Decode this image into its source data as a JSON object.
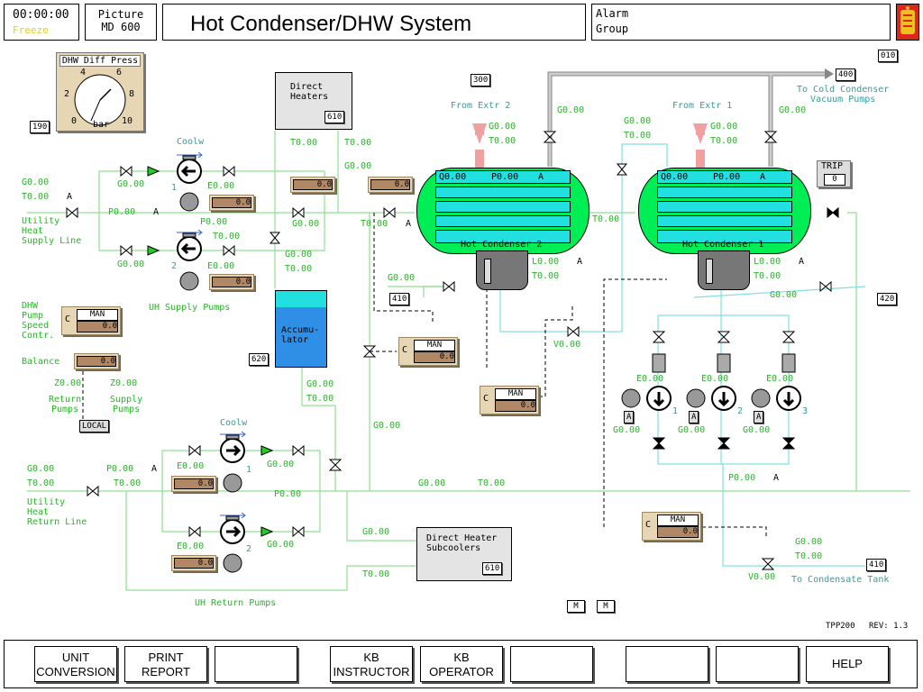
{
  "header": {
    "clock": "00:00:00",
    "freeze": "Freeze",
    "picture_label": "Picture",
    "picture_id": "MD 600",
    "title": "Hot Condenser/DHW System",
    "alarm_line1": "Alarm",
    "alarm_line2": "Group"
  },
  "refs": {
    "r010": "010",
    "r400": "400",
    "r300": "300",
    "r190": "190",
    "r410a": "410",
    "r420": "420",
    "r620": "620",
    "r410b": "410"
  },
  "gauge": {
    "title": "DHW Diff Press",
    "unit": "bar",
    "ticks": [
      "0",
      "2",
      "4",
      "6",
      "8",
      "10"
    ]
  },
  "labels": {
    "direct_heaters": "Direct\nHeaters",
    "dh_ref": "610",
    "dhs_title": "Direct Heater\nSubcoolers",
    "dhs_ref": "610",
    "accumulator": "Accumu-\nlator",
    "hot_condenser_2": "Hot Condenser 2",
    "hot_condenser_1": "Hot Condenser 1",
    "from_extr_2": "From Extr 2",
    "from_extr_1": "From Extr 1",
    "to_cold_condenser": "To Cold Condenser\nVacuum Pumps",
    "to_condensate_tank": "To Condensate Tank",
    "uh_supply_line": "Utility\nHeat\nSupply Line",
    "uh_return_line": "Utility\nHeat\nReturn Line",
    "uh_supply_pumps": "UH Supply Pumps",
    "uh_return_pumps": "UH Return Pumps",
    "dhw_pump_speed": "DHW\nPump\nSpeed\nContr.",
    "balance": "Balance",
    "return_pumps": "Return\nPumps",
    "supply_pumps": "Supply\nPumps",
    "local": "LOCAL",
    "coolw1": "Coolw",
    "coolw2": "Coolw",
    "trip": "TRIP",
    "trip_val": "0",
    "tpp": "TPP200",
    "rev": "REV: 1.3",
    "m1": "M",
    "m2": "M",
    "pump_num_1": "1",
    "pump_num_2": "2",
    "rpump_num_1": "1",
    "rpump_num_2": "2",
    "cpump_1": "1",
    "cpump_2": "2",
    "cpump_3": "3"
  },
  "values": {
    "g_zero": "G0.00",
    "t_zero": "T0.00",
    "p_zero": "P0.00",
    "e_zero": "E0.00",
    "q_zero": "Q0.00",
    "l_zero": "L0.00",
    "v_zero": "V0.00",
    "z_zero": "Z0.00",
    "a": "A",
    "ctrl_val": "0.0",
    "man": "MAN",
    "c": "C"
  },
  "function_keys": [
    "UNIT\nCONVERSION",
    "PRINT\nREPORT",
    "",
    "KB\nINSTRUCTOR",
    "KB\nOPERATOR",
    "",
    "",
    "",
    "HELP"
  ],
  "colors": {
    "process_green": "#22b822",
    "steam": "#3a9a9a",
    "condenser": "#00ee55",
    "tube_cyan": "#22e0e0",
    "accumulator_blue": "#2f8fe6",
    "controller_tan": "#e7d6b3",
    "pipe_light_green": "#8fe08f",
    "pipe_cyan": "#7fe0e0"
  }
}
